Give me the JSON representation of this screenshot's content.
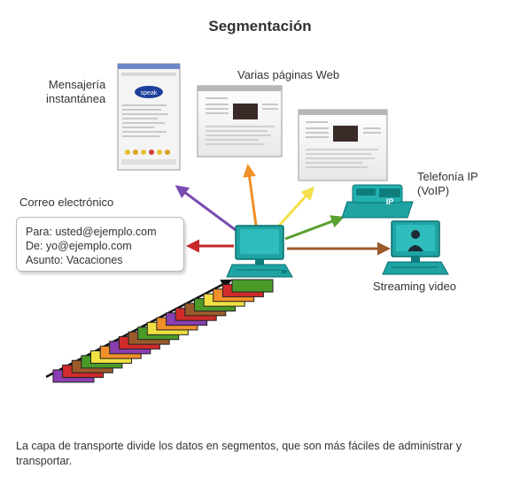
{
  "title": "Segmentación",
  "labels": {
    "im": [
      "Mensajería",
      "instantánea"
    ],
    "web": "Varias páginas Web",
    "email_title": "Correo electrónico",
    "voip": [
      "Telefonía IP",
      "(VoIP)"
    ],
    "streaming": "Streaming video"
  },
  "email": {
    "to": "Para: usted@ejemplo.com",
    "from": "De: yo@ejemplo.com",
    "subject": "Asunto: Vacaciones"
  },
  "phone_badge": "IP",
  "caption": "La capa de transporte divide los datos en segmentos, que son más fáciles de administrar y transportar.",
  "colors": {
    "im": "#7a4bb0",
    "web1": "#f0902a",
    "web2": "#f3e04a",
    "voip": "#5aa032",
    "streaming": "#9a5a2a",
    "email": "#c8282a",
    "computer": "#1fa3a3"
  },
  "segment_colors": [
    "#8a3fb0",
    "#d12b2b",
    "#9a5a2a",
    "#4a9a2a",
    "#f0e040",
    "#f0902a",
    "#8a3fb0",
    "#d12b2b",
    "#9a5a2a",
    "#4a9a2a",
    "#f0e040",
    "#f0902a",
    "#8a3fb0",
    "#d12b2b",
    "#9a5a2a",
    "#4a9a2a",
    "#f0e040",
    "#f0902a",
    "#d12b2b",
    "#4a9a2a"
  ]
}
